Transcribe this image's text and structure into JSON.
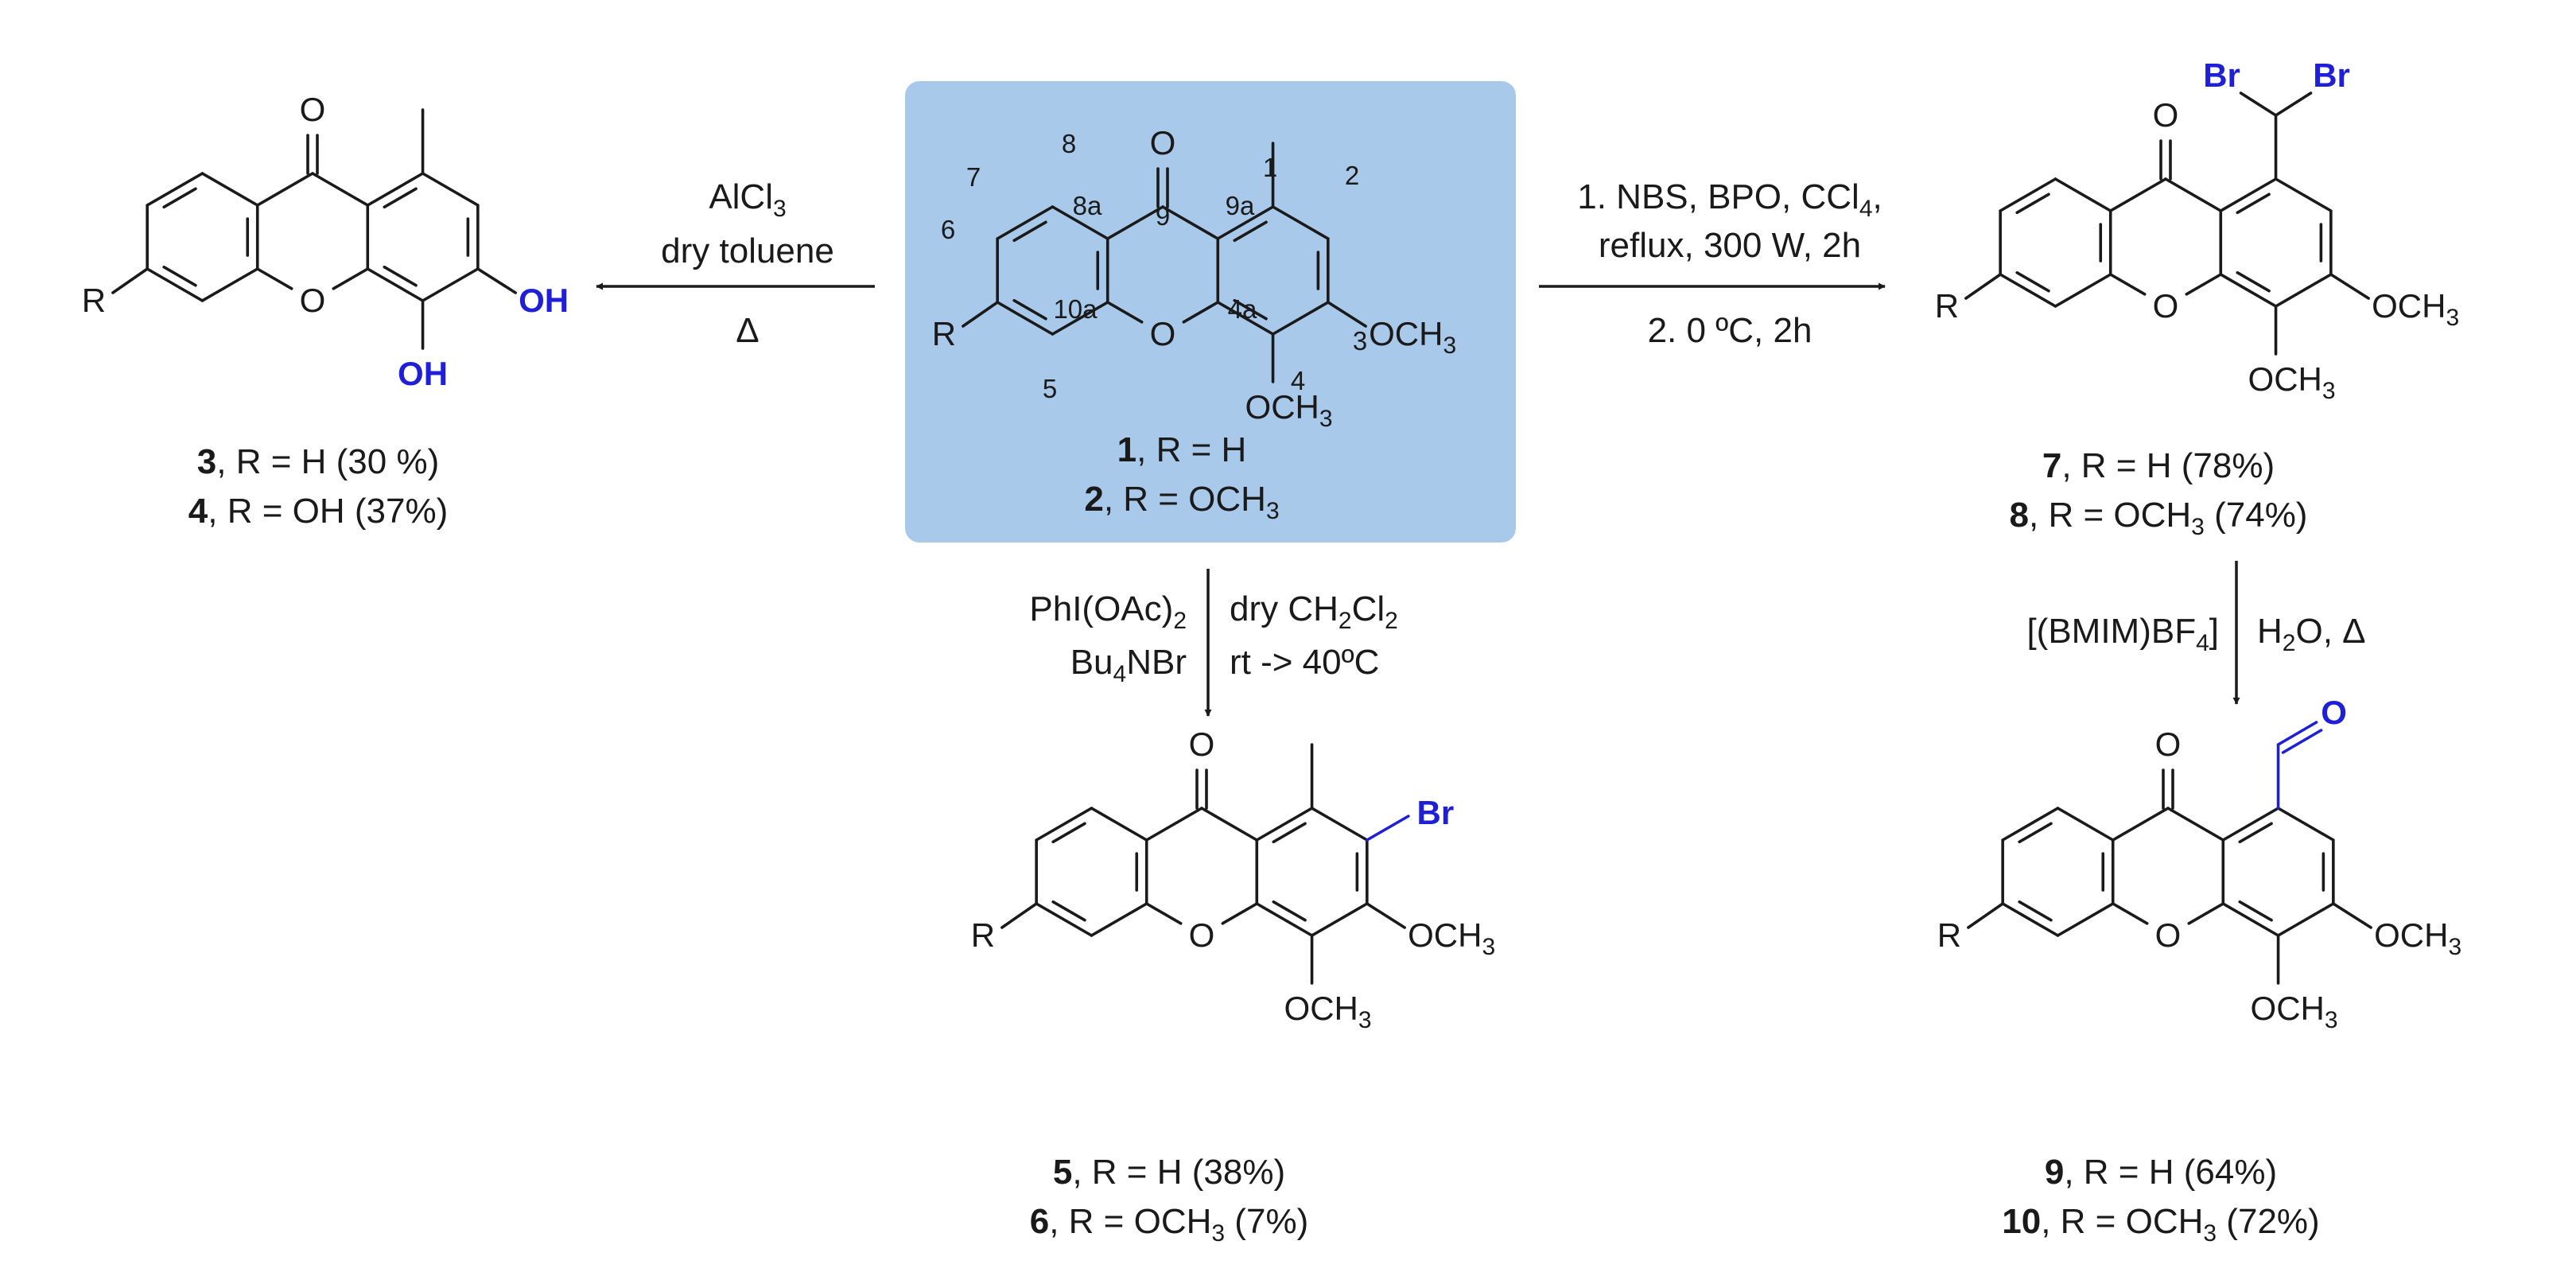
{
  "colors": {
    "ink": "#1a1a1a",
    "highlight": "#a9c9ea",
    "accent_blue": "#1f1fd8"
  },
  "molecules": {
    "start": {
      "substituents": {
        "carbonyl": "O",
        "ring_o": "O",
        "r": "R",
        "c3": "OCH3",
        "c4": "OCH3"
      },
      "locants": [
        "8",
        "8a",
        "9",
        "9a",
        "1",
        "2",
        "7",
        "6",
        "10a",
        "4a",
        "3",
        "5",
        "4"
      ],
      "captions": [
        {
          "num": "1",
          "rest": ", R = H"
        },
        {
          "num": "2",
          "rest": ", R = OCH3"
        }
      ]
    },
    "demethylated": {
      "substituents": {
        "carbonyl": "O",
        "ring_o": "O",
        "r": "R",
        "c3": "OH",
        "c4": "OH"
      },
      "captions": [
        {
          "num": "3",
          "rest": ", R = H (30 %)"
        },
        {
          "num": "4",
          "rest": ", R = OH (37%)"
        }
      ]
    },
    "dibromo": {
      "substituents": {
        "carbonyl": "O",
        "ring_o": "O",
        "r": "R",
        "c3": "OCH3",
        "c4": "OCH3",
        "br_left": "Br",
        "br_right": "Br"
      },
      "captions": [
        {
          "num": "7",
          "rest": ", R = H (78%)"
        },
        {
          "num": "8",
          "rest": ", R = OCH3 (74%)"
        }
      ]
    },
    "bromo": {
      "substituents": {
        "carbonyl": "O",
        "ring_o": "O",
        "r": "R",
        "c3": "OCH3",
        "c4": "OCH3",
        "br": "Br"
      },
      "captions": [
        {
          "num": "5",
          "rest": ", R = H (38%)"
        },
        {
          "num": "6",
          "rest": ", R = OCH3 (7%)"
        }
      ]
    },
    "aldehyde": {
      "substituents": {
        "carbonyl": "O",
        "ring_o": "O",
        "r": "R",
        "c3": "OCH3",
        "c4": "OCH3",
        "cho_o": "O"
      },
      "captions": [
        {
          "num": "9",
          "rest": ", R = H (64%)"
        },
        {
          "num": "10",
          "rest": ", R = OCH3 (72%)"
        }
      ]
    }
  },
  "reactions": {
    "left": {
      "above": [
        "AlCl3",
        "dry toluene"
      ],
      "below": [
        "Δ"
      ]
    },
    "right": {
      "above": [
        "1. NBS, BPO, CCl4,",
        "reflux, 300 W, 2h"
      ],
      "below": [
        "2. 0 ºC, 2h"
      ]
    },
    "down_center": {
      "left": [
        "PhI(OAc)2",
        "Bu4NBr"
      ],
      "right": [
        "dry CH2Cl2",
        "rt -> 40ºC"
      ]
    },
    "down_right": {
      "left": [
        "[(BMIM)BF4]"
      ],
      "right": [
        "H2O, Δ"
      ]
    }
  }
}
